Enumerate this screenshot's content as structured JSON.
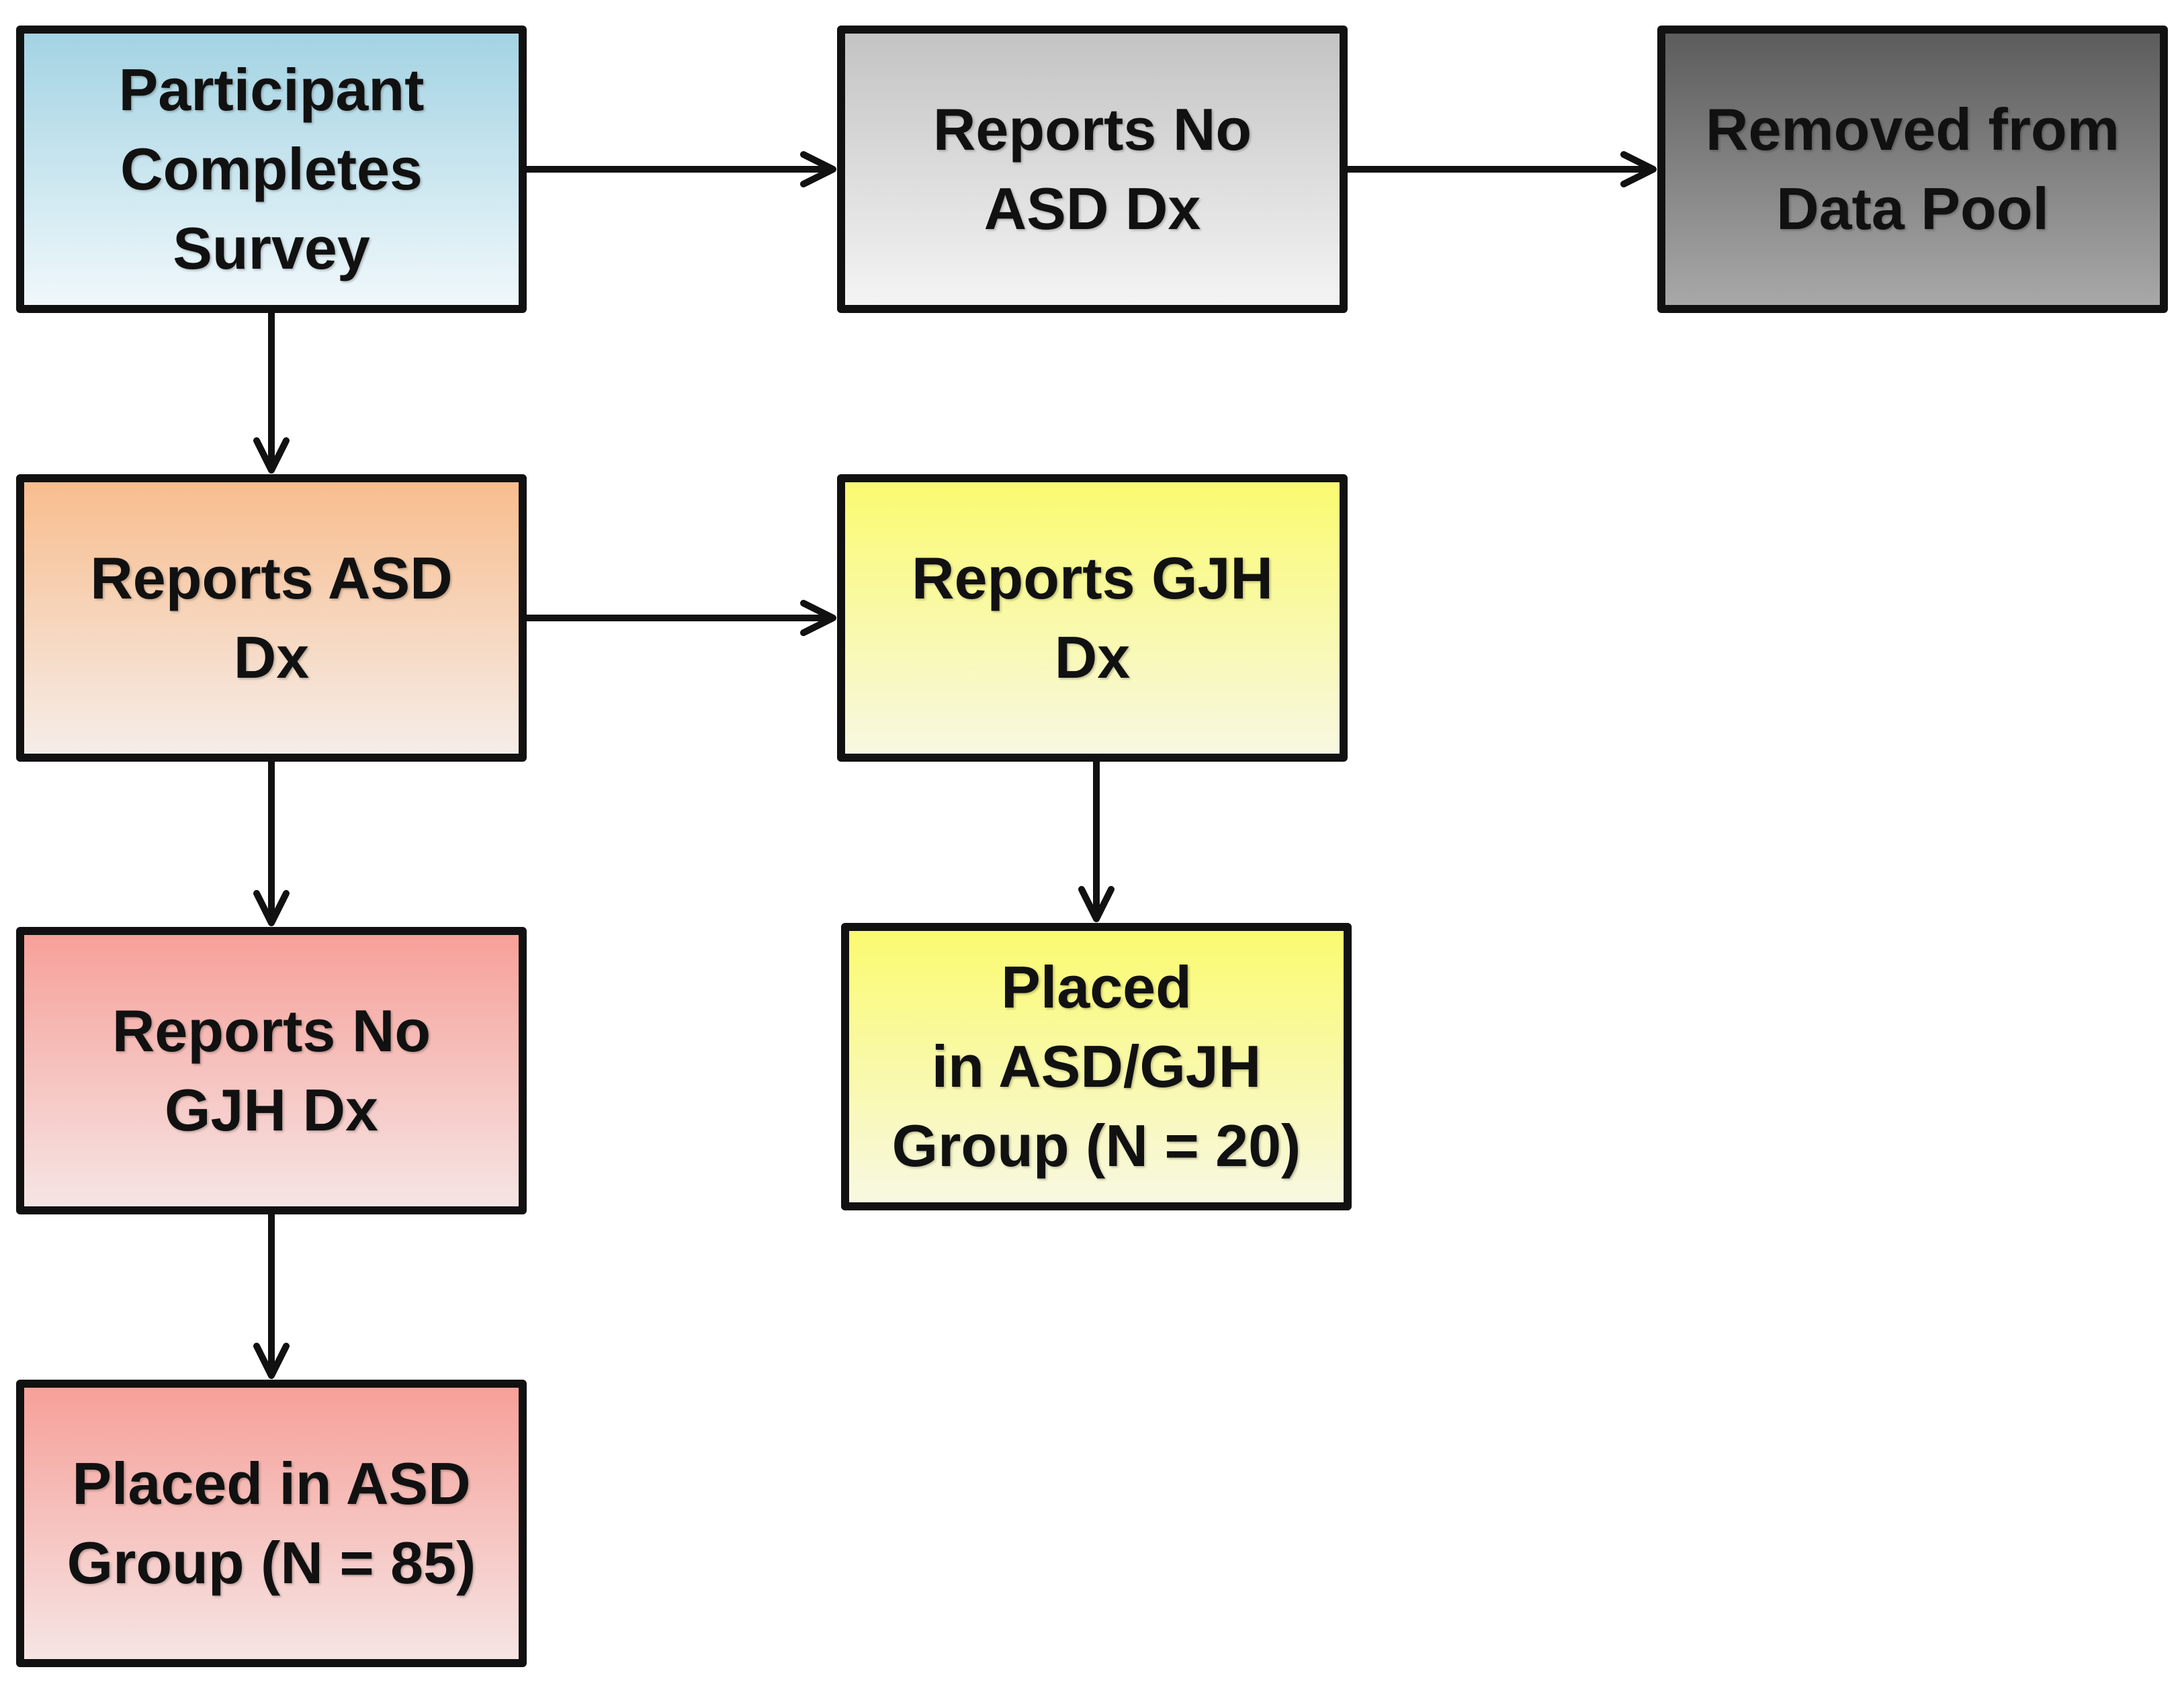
{
  "diagram": {
    "nodes": [
      {
        "id": "box-start",
        "label": "Participant\nCompletes\nSurvey"
      },
      {
        "id": "box-noasd",
        "label": "Reports No\nASD Dx"
      },
      {
        "id": "box-removed",
        "label": "Removed from\nData Pool"
      },
      {
        "id": "box-asd",
        "label": "Reports ASD\nDx"
      },
      {
        "id": "box-gjh",
        "label": "Reports GJH\nDx"
      },
      {
        "id": "box-nogjh",
        "label": "Reports No\nGJH Dx"
      },
      {
        "id": "box-asdgjh",
        "label": "Placed\nin ASD/GJH\nGroup (N = 20)"
      },
      {
        "id": "box-asdgroup",
        "label": "Placed in ASD\nGroup (N = 85)"
      }
    ],
    "edges": [
      {
        "from": "box-start",
        "to": "box-noasd"
      },
      {
        "from": "box-noasd",
        "to": "box-removed"
      },
      {
        "from": "box-start",
        "to": "box-asd"
      },
      {
        "from": "box-asd",
        "to": "box-gjh"
      },
      {
        "from": "box-asd",
        "to": "box-nogjh"
      },
      {
        "from": "box-gjh",
        "to": "box-asdgjh"
      },
      {
        "from": "box-nogjh",
        "to": "box-asdgroup"
      }
    ]
  }
}
